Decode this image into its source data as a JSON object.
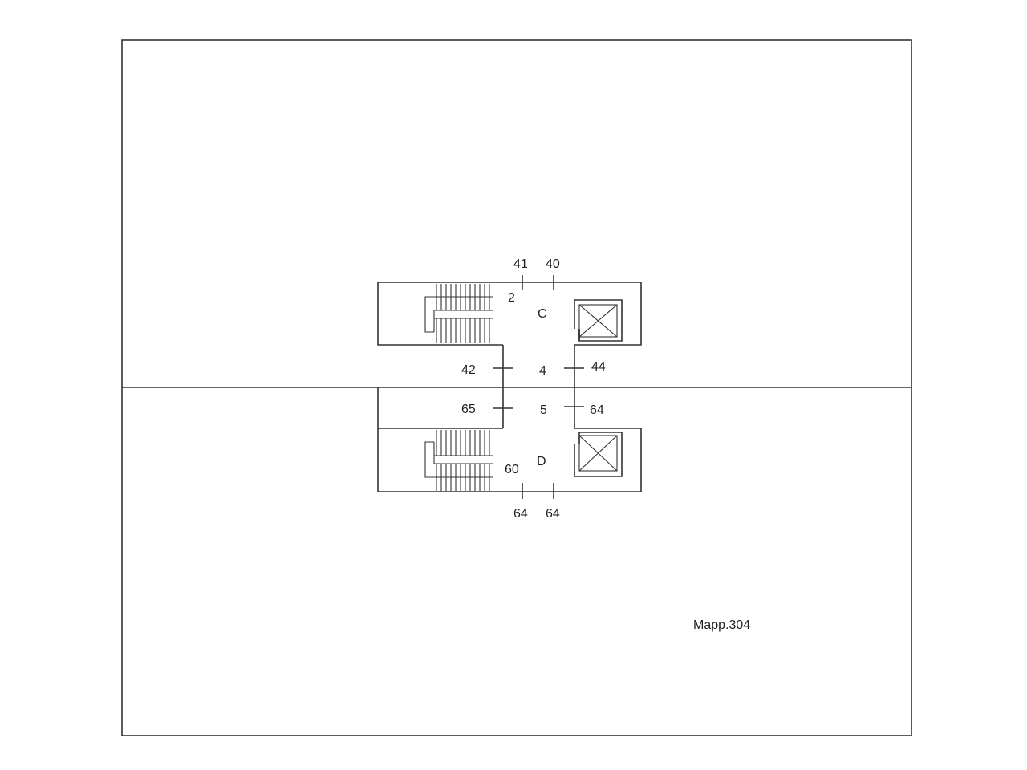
{
  "plan": {
    "labels": {
      "l41": "41",
      "l40": "40",
      "l2": "2",
      "lC": "C",
      "l42": "42",
      "l4": "4",
      "l44": "44",
      "l65": "65",
      "l5": "5",
      "l64_right": "64",
      "lD": "D",
      "l60": "60",
      "l64_bottom_left": "64",
      "l64_bottom_right": "64",
      "mapp": "Mapp.304"
    }
  }
}
